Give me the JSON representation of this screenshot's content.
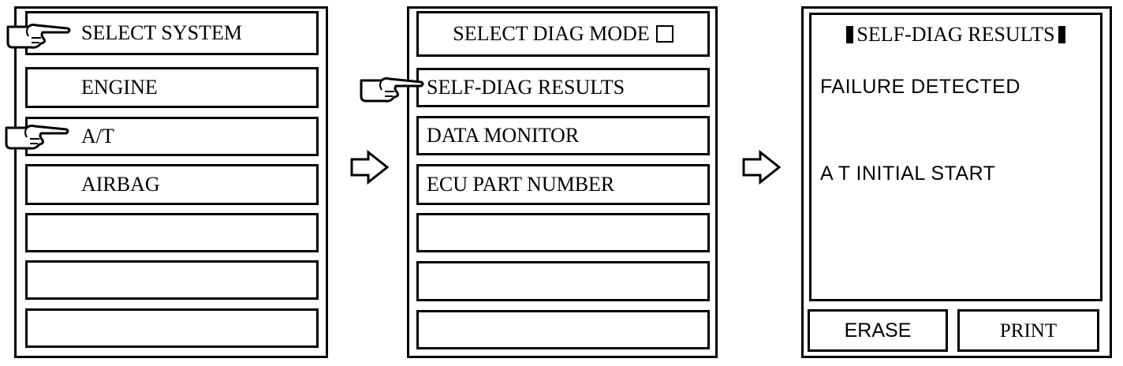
{
  "panel1": {
    "header": "SELECT SYSTEM",
    "items": [
      "ENGINE",
      "A/T",
      "AIRBAG",
      "",
      "",
      ""
    ]
  },
  "panel2": {
    "header": "SELECT DIAG MODE",
    "items": [
      "SELF-DIAG RESULTS",
      "DATA MONITOR",
      "ECU PART NUMBER",
      "",
      "",
      ""
    ]
  },
  "panel3": {
    "header": "SELF-DIAG RESULTS",
    "status": "FAILURE DETECTED",
    "code": "A T INITIAL START",
    "buttons": {
      "erase": "ERASE",
      "print": "PRINT"
    }
  },
  "icons": {
    "pointer": "pointing-hand-icon",
    "flow_arrow": "right-arrow-icon",
    "checkbox": "checkbox-icon"
  }
}
